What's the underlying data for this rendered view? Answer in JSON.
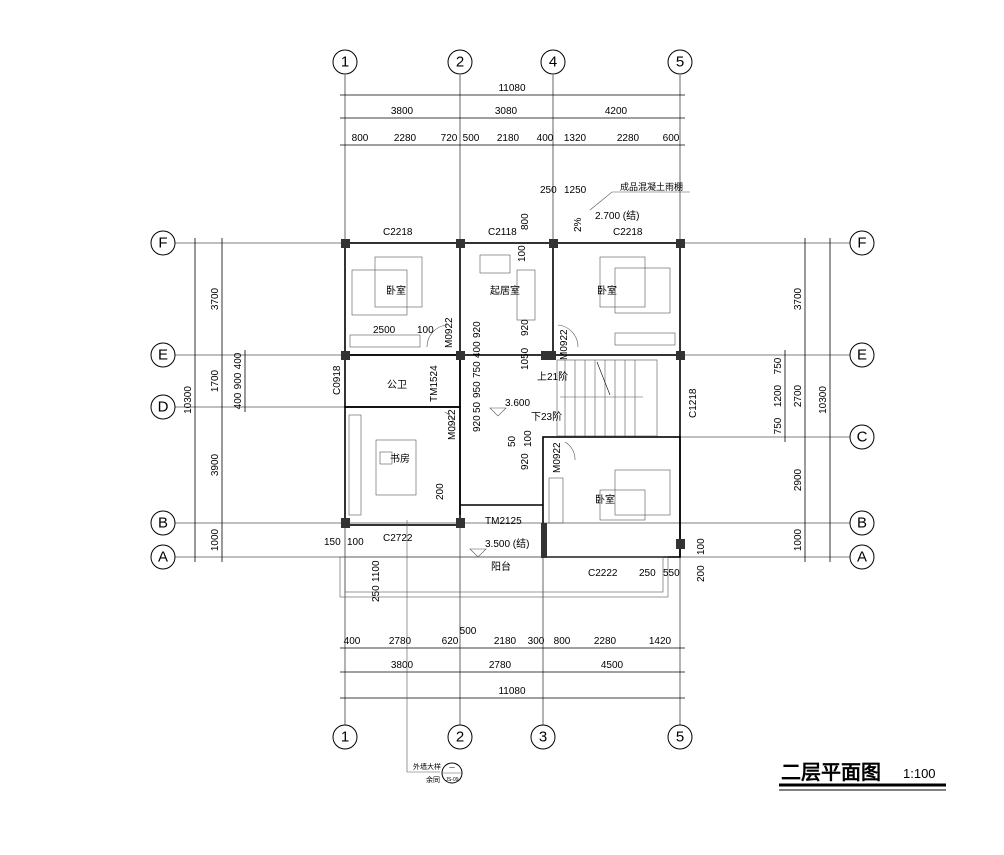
{
  "title": "二层平面图",
  "scale": "1:100",
  "axes": {
    "a1": "1",
    "a2": "2",
    "a3": "3",
    "a4": "4",
    "a5": "5",
    "A": "A",
    "B": "B",
    "C": "C",
    "D": "D",
    "E": "E",
    "F": "F"
  },
  "top_dims": {
    "total": "11080",
    "row2": [
      "3800",
      "3080",
      "4200"
    ],
    "row3": [
      "800",
      "2280",
      "720",
      "500",
      "2180",
      "400",
      "1320",
      "2280",
      "600"
    ]
  },
  "bottom_dims": {
    "total": "11080",
    "row2": [
      "3800",
      "2780",
      "4500"
    ],
    "row3": [
      "400",
      "2780",
      "620",
      "500",
      "2180",
      "300",
      "800",
      "2280",
      "1420"
    ]
  },
  "left_dims": {
    "total": "10300",
    "row2": [
      "3700",
      "1700",
      "3900",
      "1000"
    ],
    "row3": [
      "400",
      "900",
      "400"
    ]
  },
  "right_dims": {
    "total": "10300",
    "row2": [
      "3700",
      "2700",
      "2900",
      "1000"
    ],
    "row3": [
      "750",
      "1200",
      "750"
    ]
  },
  "rooms": {
    "bed1": "卧室",
    "family": "起居室",
    "bed2": "卧室",
    "wc": "公卫",
    "study": "书房",
    "bed3": "卧室",
    "balcony": "阳台"
  },
  "windows": {
    "c1": "C2218",
    "c2": "C2118",
    "c3": "C2218",
    "c4": "C0918",
    "c5": "C1218",
    "c6": "C2722",
    "c7": "C2222"
  },
  "doors": {
    "m1": "M0922",
    "m2": "M0922",
    "m3": "M0922",
    "m4": "M0922",
    "tm1": "TM1524",
    "tm2": "TM2125"
  },
  "levels": {
    "floor": "3.600",
    "balcony": "3.500 (结)",
    "canopy": "2.700 (结)",
    "slope": "2%"
  },
  "stairs": {
    "up": "上21阶",
    "down": "下23阶"
  },
  "notes": {
    "canopy": "成品混凝土雨棚",
    "canopy_dims": [
      "250",
      "1250"
    ],
    "wall_detail": "外墙大样",
    "wall_ref": "余同",
    "detail_no": "一",
    "detail_sheet": "JS-09"
  },
  "misc": {
    "d2500": "2500",
    "d100": "100",
    "d800": "800",
    "d100b": "100",
    "d920a": "920",
    "d400": "400",
    "d750": "750",
    "d950": "950",
    "d50": "50",
    "d920b": "920",
    "d1050": "1050",
    "d920c": "920",
    "d50b": "50",
    "d100c": "100",
    "d920d": "920",
    "d200": "200",
    "d150": "150",
    "d100d": "100",
    "d1100": "1100",
    "d250": "250",
    "d250b": "250",
    "d550": "550",
    "d200b": "200",
    "d100e": "100"
  }
}
